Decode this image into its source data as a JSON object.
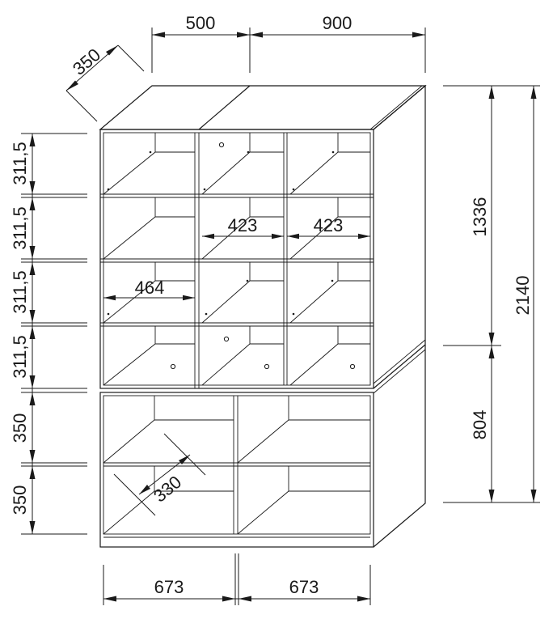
{
  "dimensions": {
    "top_left_width": "500",
    "top_right_width": "900",
    "depth": "350",
    "row_heights": [
      "311,5",
      "311,5",
      "311,5",
      "311,5"
    ],
    "bottom_row_heights": [
      "350",
      "350"
    ],
    "upper_height": "1336",
    "lower_height": "804",
    "total_height": "2140",
    "bottom_widths": [
      "673",
      "673"
    ],
    "inner_width_right_a": "423",
    "inner_width_right_b": "423",
    "inner_width_left": "464",
    "inner_depth": "330"
  },
  "colors": {
    "line": "#1a1a1a",
    "background": "#ffffff"
  }
}
